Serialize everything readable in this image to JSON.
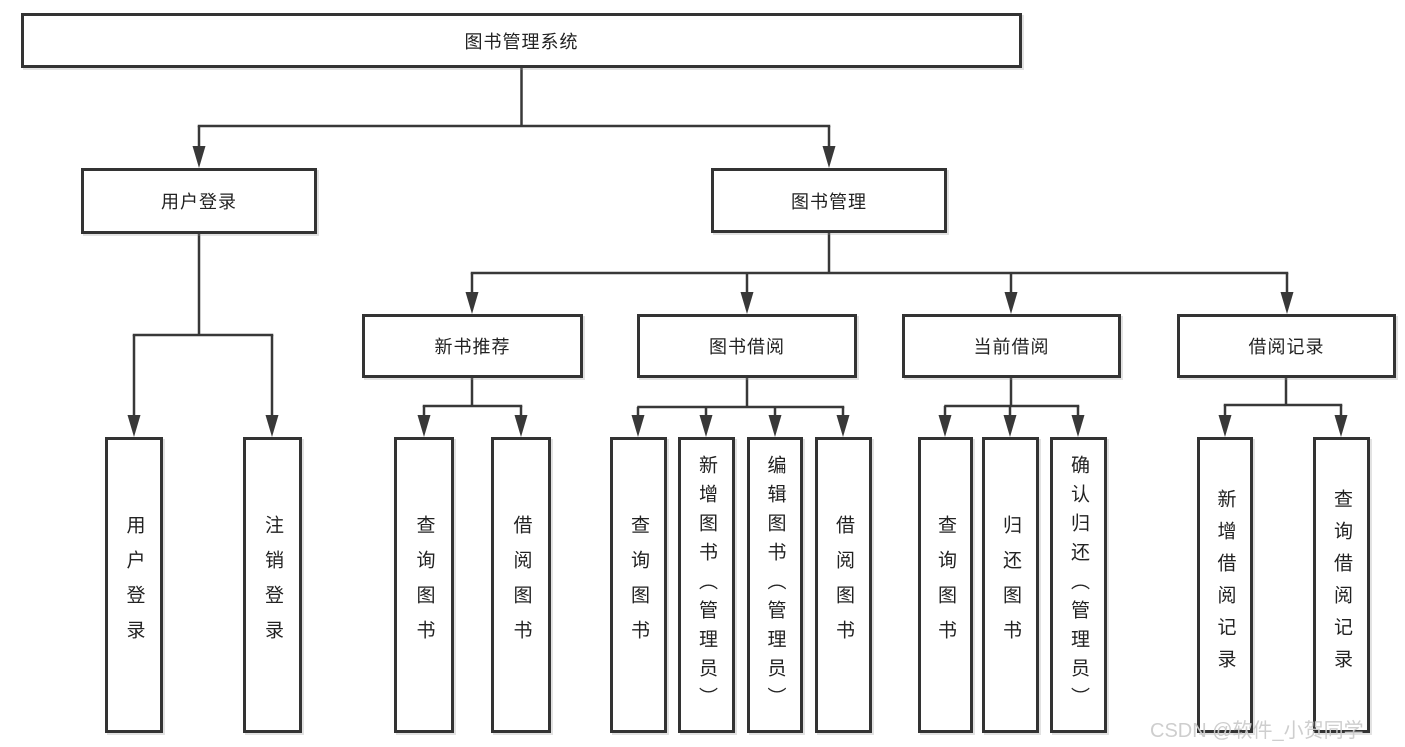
{
  "diagram": {
    "root": {
      "label": "图书管理系统"
    },
    "branches": [
      {
        "label": "用户登录",
        "children": [
          {
            "label": "用户登录"
          },
          {
            "label": "注销登录"
          }
        ]
      },
      {
        "label": "图书管理",
        "children": [
          {
            "label": "新书推荐",
            "children": [
              {
                "label": "查询图书"
              },
              {
                "label": "借阅图书"
              }
            ]
          },
          {
            "label": "图书借阅",
            "children": [
              {
                "label": "查询图书"
              },
              {
                "label": "新增图书（管理员）"
              },
              {
                "label": "编辑图书（管理员）"
              },
              {
                "label": "借阅图书"
              }
            ]
          },
          {
            "label": "当前借阅",
            "children": [
              {
                "label": "查询图书"
              },
              {
                "label": "归还图书"
              },
              {
                "label": "确认归还（管理员）"
              }
            ]
          },
          {
            "label": "借阅记录",
            "children": [
              {
                "label": "新增借阅记录"
              },
              {
                "label": "查询借阅记录"
              }
            ]
          }
        ]
      }
    ]
  },
  "colors": {
    "line": "#383838",
    "border": "#333333",
    "text": "#222222",
    "watermark": "#cbcbcb",
    "background": "#ffffff"
  },
  "watermark": "CSDN @软件_小贺同学"
}
